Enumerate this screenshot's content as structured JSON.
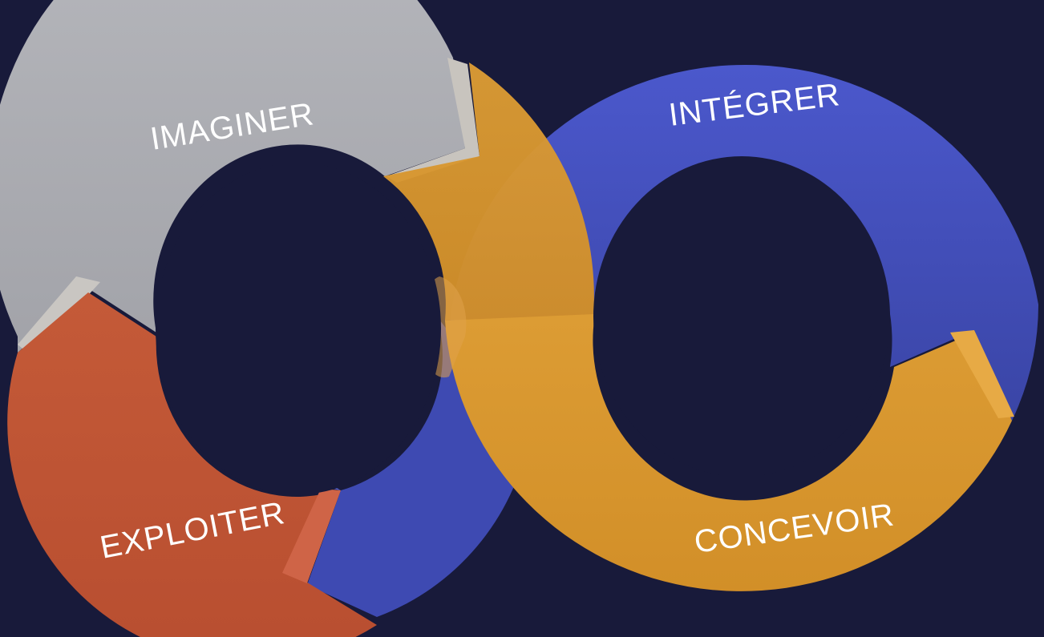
{
  "diagram": {
    "background": "#181a3a",
    "segments": [
      {
        "label": "IMAGINER",
        "color": "#a9aab0"
      },
      {
        "label": "EXPLOITER",
        "color": "#c05535"
      },
      {
        "label": "INTÉGRER",
        "color": "#3f4bb3"
      },
      {
        "label": "CONCEVOIR",
        "color": "#d9972e"
      }
    ]
  }
}
